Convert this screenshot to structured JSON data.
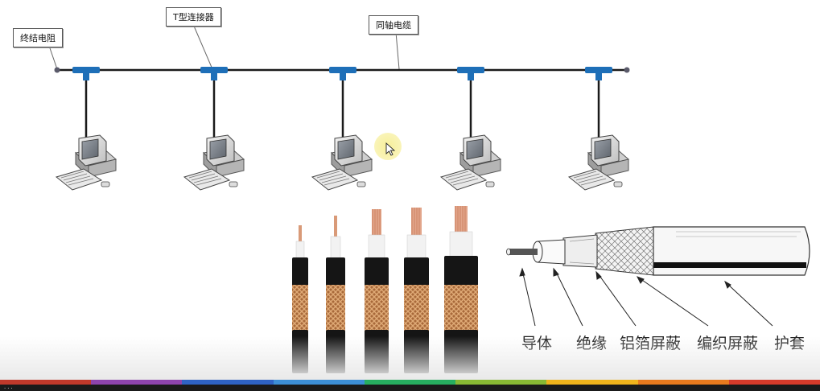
{
  "labels": {
    "terminator": "终结电阻",
    "t_connector": "T型连接器",
    "coax_cable": "同轴电缆"
  },
  "network": {
    "bus_color": "#1a1a1a",
    "connector_color": "#1e6fb8",
    "workstations": [
      "computer-1",
      "computer-2",
      "computer-3",
      "computer-4",
      "computer-5"
    ]
  },
  "cable_layers": [
    "导体",
    "绝缘",
    "铝箔屏蔽",
    "编织屏蔽",
    "护套"
  ],
  "colors": {
    "copper_braid": "#b97a45",
    "jacket": "#151515",
    "conductor": "#d99a78",
    "insulation": "#f2f2f2",
    "cursor_highlight": "#f7ef9a"
  },
  "status_bar": {
    "left_text": "..."
  },
  "progress_colors": [
    "#c0392b",
    "#8e44ad",
    "#2f63c4",
    "#3d8fd6",
    "#27ae60",
    "#88b934",
    "#f0b41c",
    "#e87a1e",
    "#d63b2b"
  ]
}
